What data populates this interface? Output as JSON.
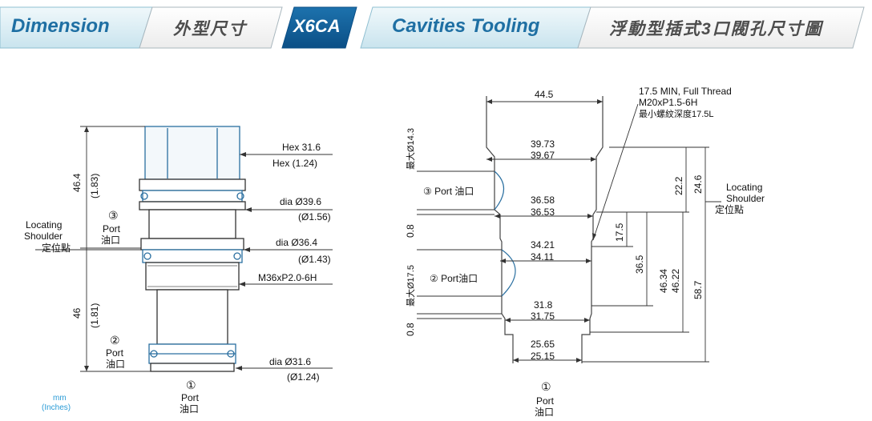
{
  "header": {
    "tabs": [
      {
        "label": "Dimension"
      },
      {
        "label": "外型尺寸"
      },
      {
        "label": "X6CA"
      },
      {
        "label": "Cavities Tooling"
      },
      {
        "label": "浮動型插式3口閥孔尺寸圖"
      }
    ]
  },
  "left_drawing": {
    "overall_height_top": "46.4",
    "overall_height_top_in": "(1.83)",
    "overall_height_bottom": "46",
    "overall_height_bottom_in": "(1.81)",
    "hex_mm": "Hex  31.6",
    "hex_in": "Hex  (1.24)",
    "dia1_mm": "dia  Ø39.6",
    "dia1_in": "(Ø1.56)",
    "dia2_mm": "dia  Ø36.4",
    "dia2_in": "(Ø1.43)",
    "thread": "M36xP2.0-6H",
    "dia3_mm": "dia  Ø31.6",
    "dia3_in": "(Ø1.24)",
    "shoulder_l1": "Locating",
    "shoulder_l2": "Shoulder",
    "shoulder_zh": "定位點",
    "port3_num": "③",
    "port2_num": "②",
    "port1_num": "①",
    "port_en": "Port",
    "port_zh": "油口",
    "units_mm": "mm",
    "units_in": "(Inches)"
  },
  "right_drawing": {
    "top_width": "44.5",
    "thread_l1": "17.5 MIN, Full Thread",
    "thread_l2": "M20xP1.5-6H",
    "thread_l3": "最小螺紋深度17.5L",
    "d1a": "39.73",
    "d1b": "39.67",
    "d2a": "36.58",
    "d2b": "36.53",
    "d3a": "34.21",
    "d3b": "34.11",
    "d4a": "31.8",
    "d4b": "31.75",
    "d5a": "25.65",
    "d5b": "25.15",
    "v22": "22.2",
    "v24": "24.6",
    "v17": "17.5",
    "v36": "36.5",
    "v4634": "46.34",
    "v4622": "46.22",
    "v58": "58.7",
    "max143": "最大Ø14.3",
    "max175": "最大Ø17.5",
    "gap_top": "0.8",
    "gap_bot": "0.8",
    "port3": "③ Port 油口",
    "port2": "② Port油口",
    "port1_num": "①",
    "port_en": "Port",
    "port_zh": "油口",
    "shoulder_l1": "Locating",
    "shoulder_l2": "Shoulder",
    "shoulder_zh": "定位點"
  }
}
